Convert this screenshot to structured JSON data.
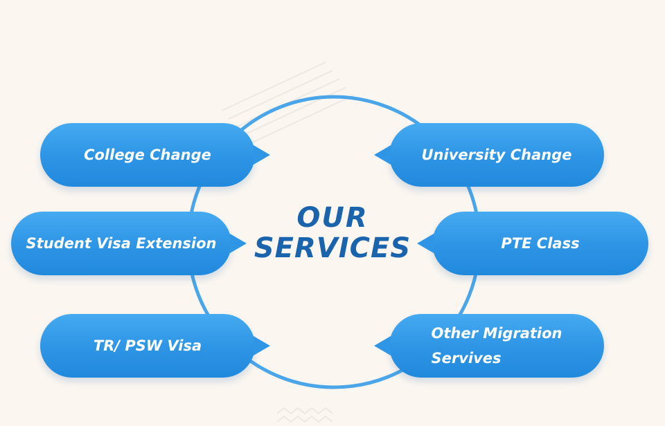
{
  "heading": {
    "line1": "OUR",
    "line2": "SERVICES"
  },
  "services": {
    "college_change": "College Change",
    "university_change": "University Change",
    "student_visa_extension": "Student Visa Extension",
    "pte_class": "PTE Class",
    "tr_psw_visa": "TR/ PSW Visa",
    "other_migration_line1": "Other Migration",
    "other_migration_line2": "Servives"
  },
  "colors": {
    "background": "#fbf6f0",
    "pill": "#2f96e6",
    "ring": "#4aa6e8",
    "heading": "#1a63ad"
  }
}
